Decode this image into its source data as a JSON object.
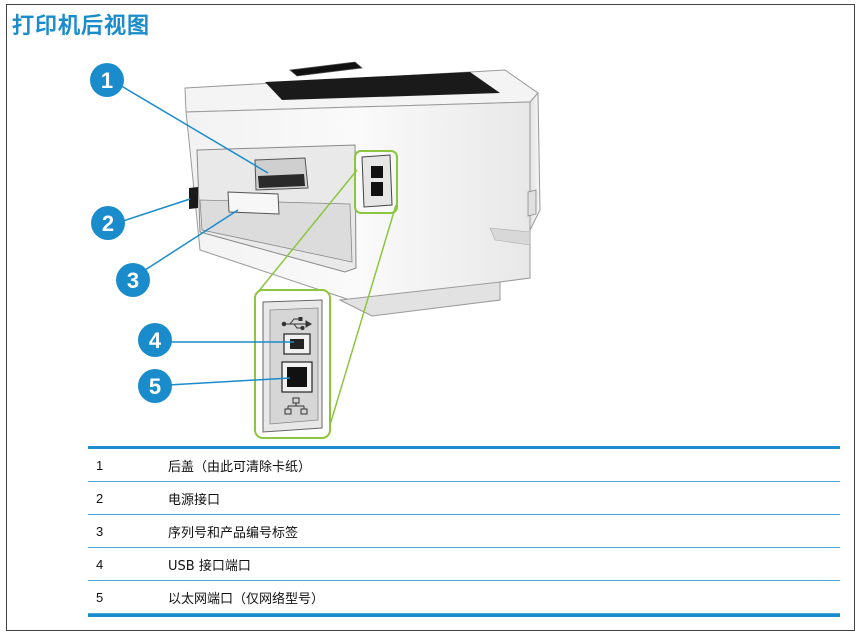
{
  "title": "打印机后视图",
  "callouts": [
    "1",
    "2",
    "3",
    "4",
    "5"
  ],
  "legend": [
    {
      "num": "1",
      "desc": "后盖（由此可清除卡纸）"
    },
    {
      "num": "2",
      "desc": "电源接口"
    },
    {
      "num": "3",
      "desc": "序列号和产品编号标签"
    },
    {
      "num": "4",
      "desc": "USB 接口端口"
    },
    {
      "num": "5",
      "desc": "以太网端口（仅网络型号）"
    }
  ],
  "colors": {
    "accent": "#1a8ccc",
    "callout": "#1a8ccc",
    "port_panel_outline": "#8cc63f"
  },
  "icons": [
    "usb-icon",
    "ethernet-icon"
  ]
}
